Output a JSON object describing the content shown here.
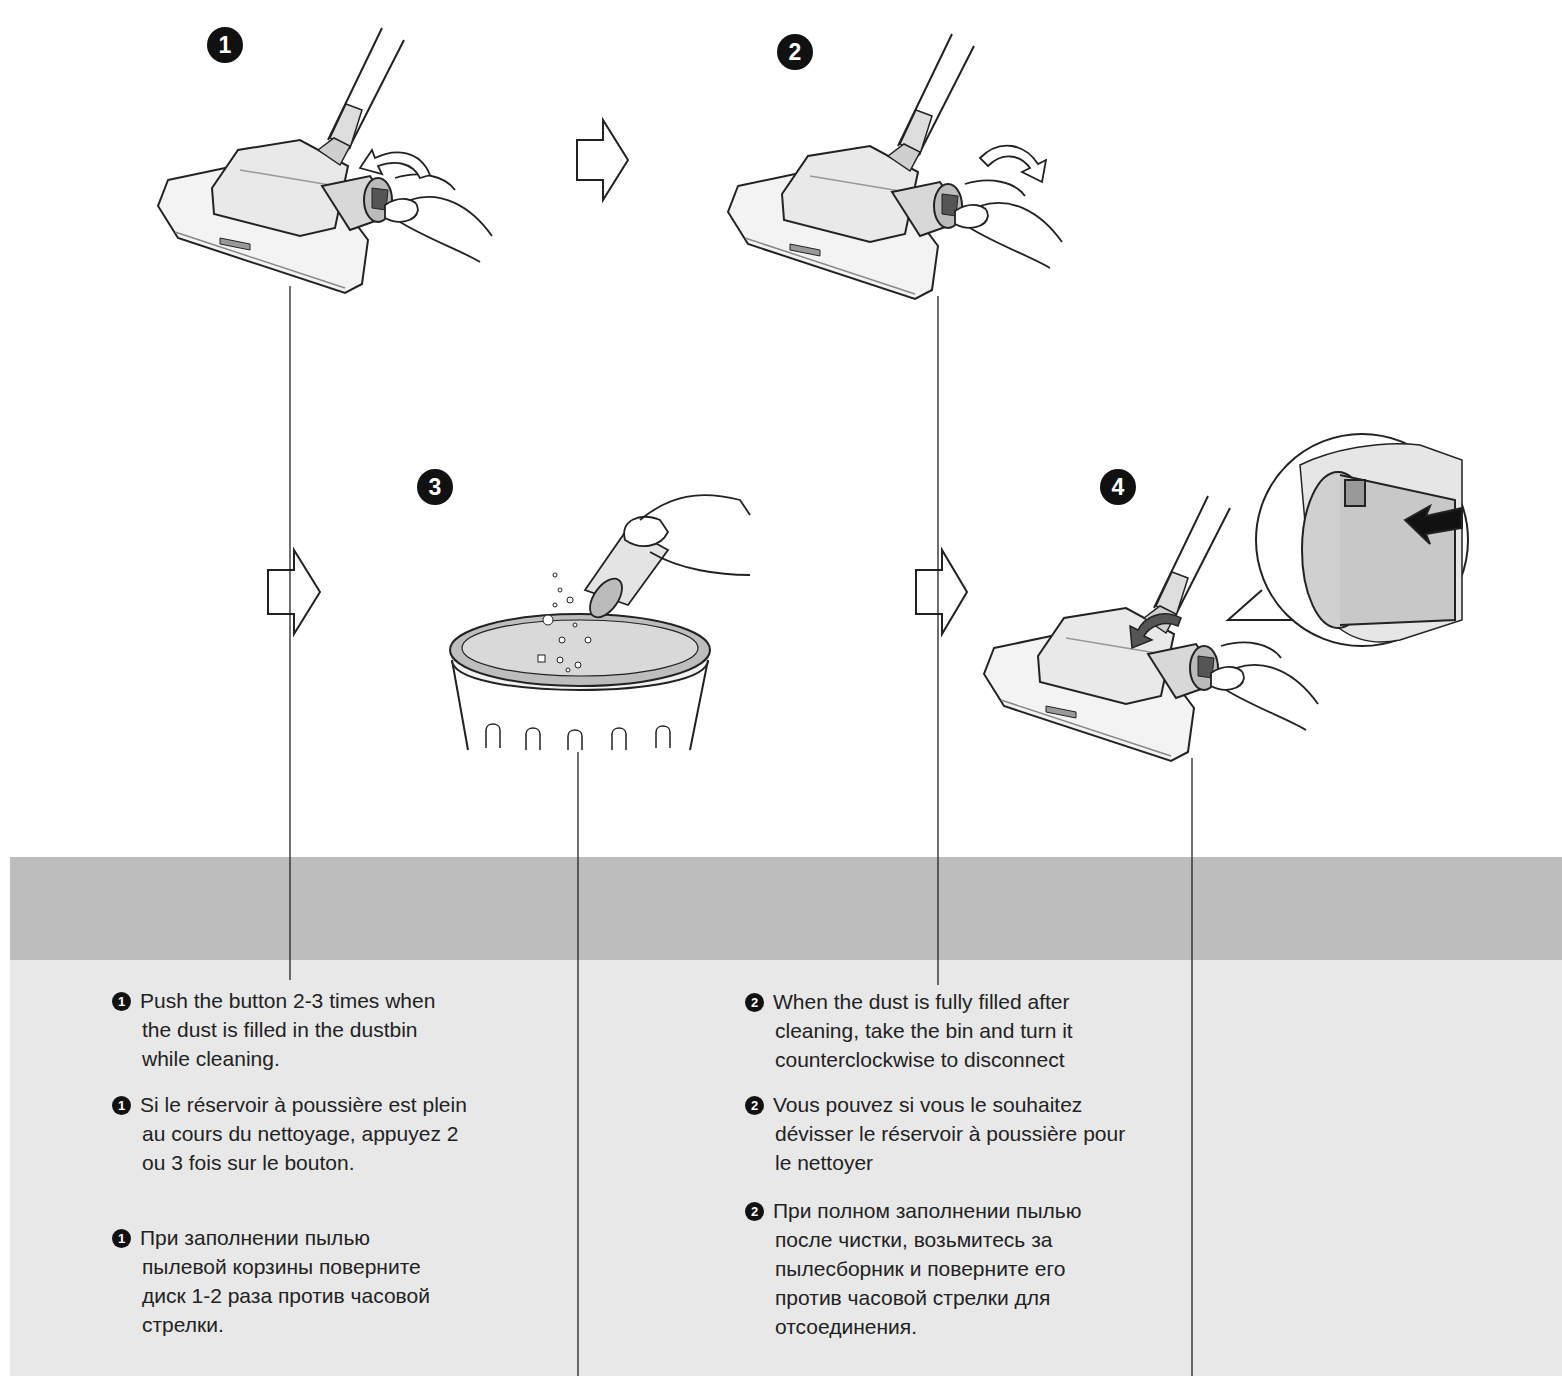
{
  "diagram": {
    "labels": [
      "1",
      "2",
      "3",
      "4",
      "1",
      "Push the button 2-3 times when the dust is filled in the dustbin while cleaning.",
      "1",
      "Si le réservoir à poussière est plein au cours du nettoyage, appuyez 2 ou 3 fois sur le bouton.",
      "1",
      "При заполнении пылью пылевой корзины поверните диск 1-2 раза против часовой стрелки.",
      "2",
      "When the dust is fully filled after cleaning, take the bin and turn it counterclockwise to disconnect",
      "2",
      "Vous pouvez si vous le souhaitez dévisser le réservoir à poussière pour le nettoyer",
      "2",
      "При полном заполнении пылью после чистки, возьмитесь за пылесборник и поверните его против часовой стрелки для отсоединения."
    ]
  }
}
